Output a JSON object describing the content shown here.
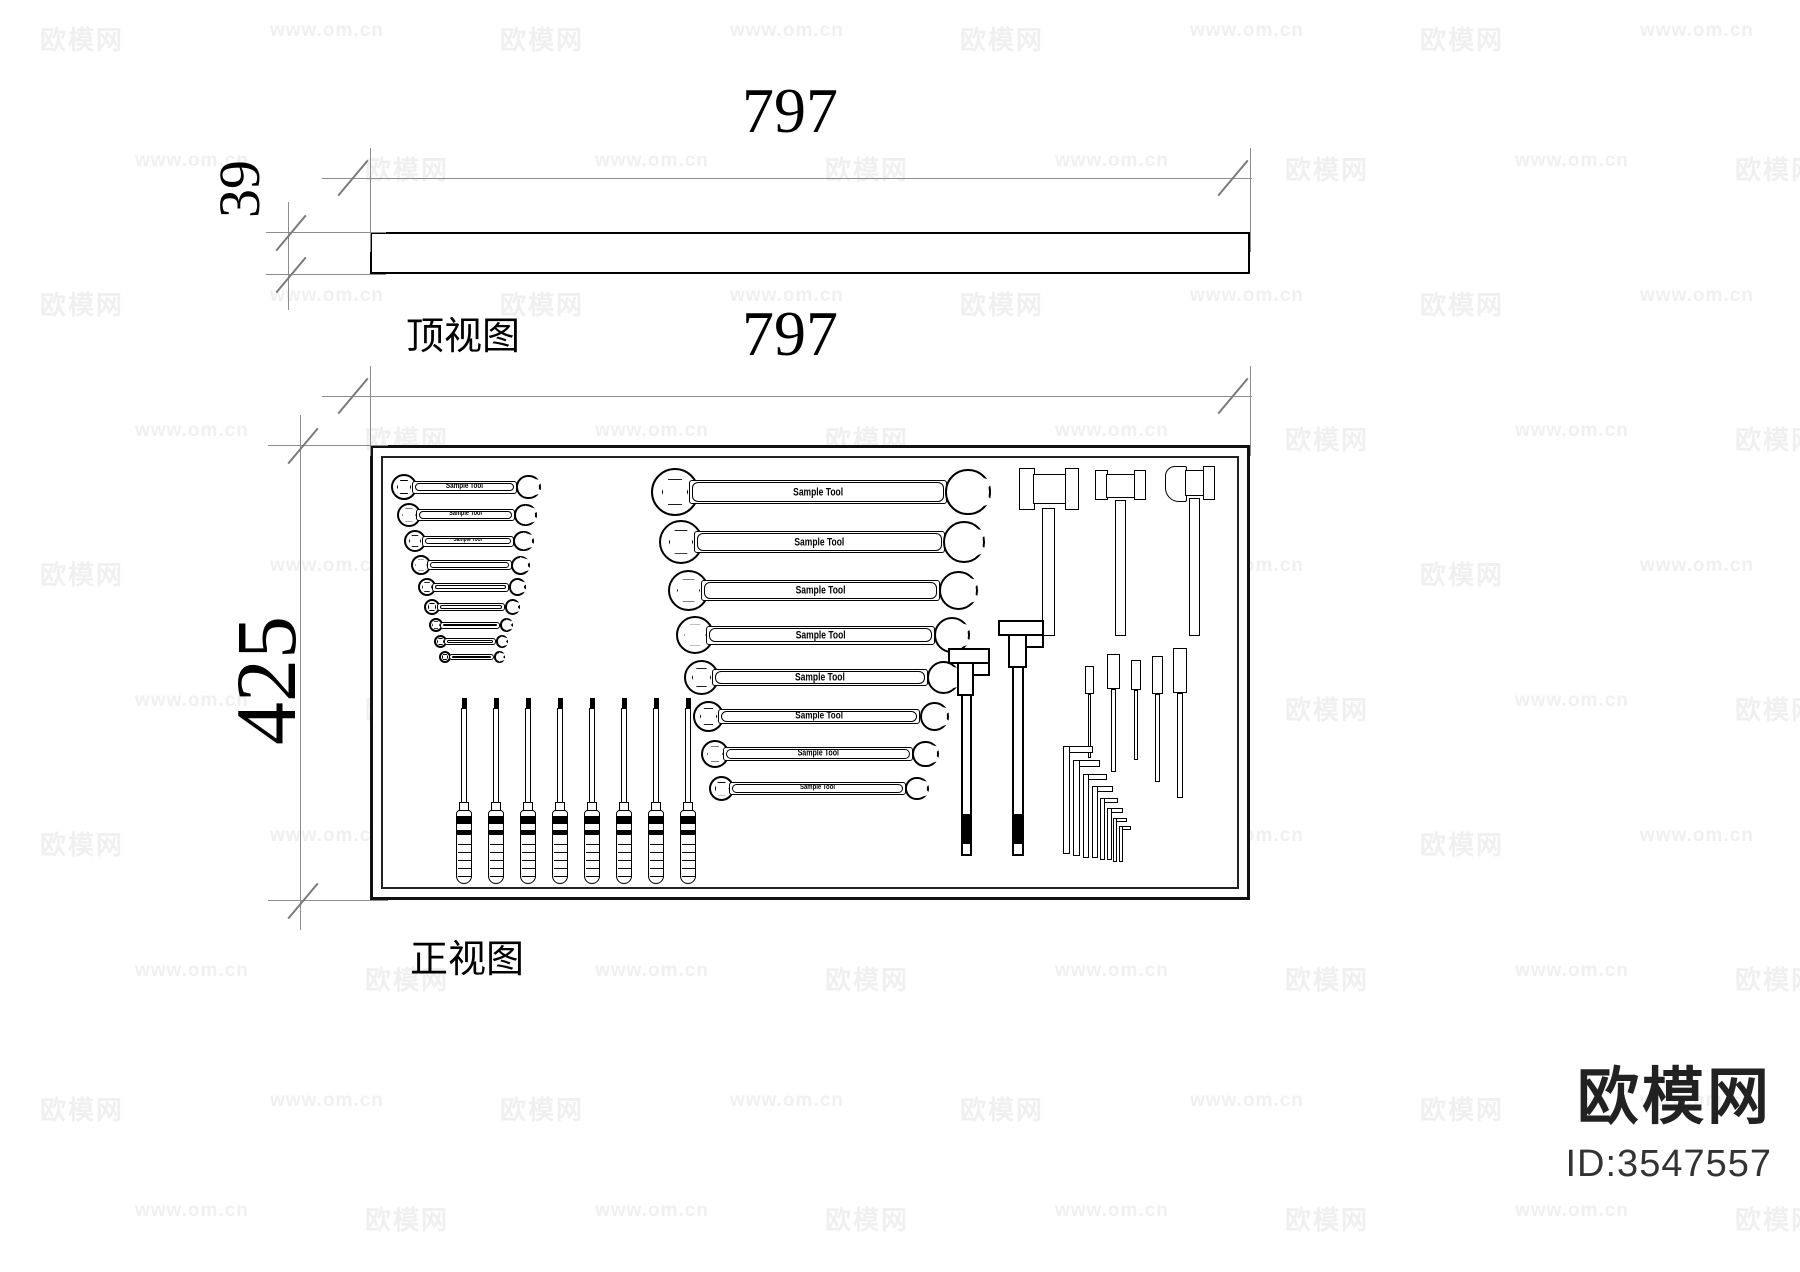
{
  "drawing": {
    "kind": "cad-orthographic-drawing",
    "subject": "tool-board-panel",
    "dimensions": {
      "top_width": "797",
      "top_depth": "39",
      "front_width": "797",
      "front_height": "425",
      "unit_implied": "mm"
    },
    "view_labels": {
      "top": "顶视图",
      "front": "正视图"
    }
  },
  "watermark": {
    "url_text": "www.om.cn",
    "cn_text": "欧模网",
    "color": "#f0f0f0"
  },
  "brand": {
    "logo_text": "欧模网",
    "id_label": "ID:3547557",
    "logo_color": "#222222"
  },
  "tool_label": "Sample Tool",
  "tools": {
    "small_combination_wrenches": {
      "count": 9,
      "label": "Sample Tool",
      "note": "graduated set, largest at top"
    },
    "large_combination_wrenches": {
      "count": 8,
      "label": "Sample Tool",
      "note": "graduated set, largest at top"
    },
    "screwdrivers": {
      "count": 8
    },
    "hammers": {
      "count": 3,
      "types": [
        "sledge",
        "ball-pein",
        "claw"
      ]
    },
    "adjustable_wrenches": {
      "count": 2
    },
    "punches_chisels": {
      "count": 5
    },
    "hex_keys": {
      "count": 8
    }
  },
  "colors": {
    "line": "#000000",
    "dim_line": "#8d8d8d",
    "background": "#ffffff"
  }
}
